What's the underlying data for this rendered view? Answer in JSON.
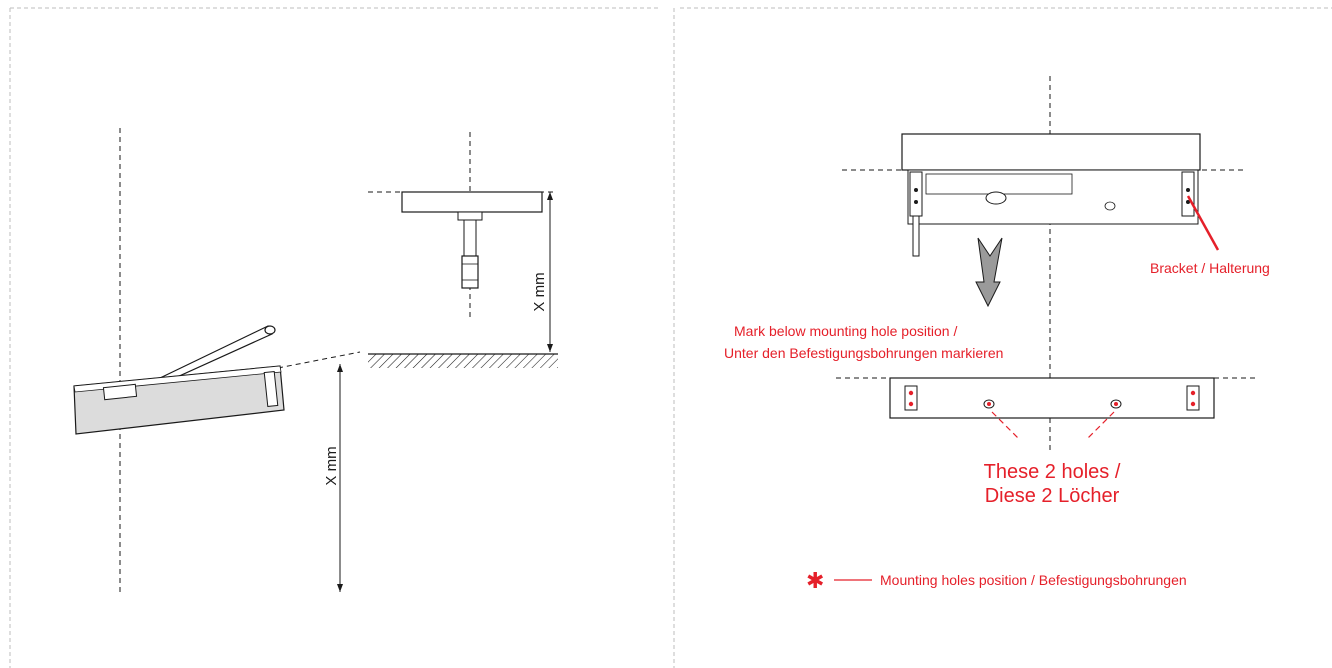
{
  "left_panel": {
    "dimension_label_top": "X mm",
    "dimension_label_bottom": "X mm"
  },
  "right_panel": {
    "bracket_label": "Bracket / Halterung",
    "mark_instruction_line1": "Mark below mounting hole position /",
    "mark_instruction_line2": "Unter den Befestigungsbohrungen markieren",
    "holes_label_line1": "These 2 holes /",
    "holes_label_line2": "Diese 2 Löcher",
    "legend_symbol": "✱",
    "legend_text": "Mounting holes position / Befestigungsbohrungen"
  },
  "colors": {
    "accent": "#e5202a",
    "line": "#1a1a1a",
    "panel_border": "#bdbdbd",
    "door_fill": "#dcdcdc",
    "arrow_fill": "#9a9a9a"
  }
}
